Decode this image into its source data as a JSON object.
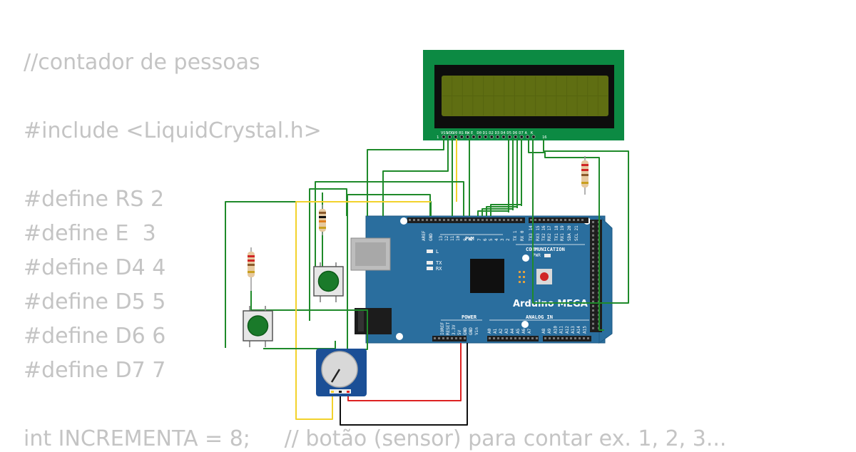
{
  "code": {
    "lines": [
      "//contador de pessoas",
      "#include <LiquidCrystal.h>",
      "#define RS 2",
      "#define E  3",
      "#define D4 4",
      "#define D5 5",
      "#define D6 6",
      "#define D7 7",
      "int INCREMENTA = 8;     // botão (sensor) para contar ex. 1, 2, 3..."
    ]
  },
  "lcd": {
    "pin_start": "1",
    "pin_labels": [
      "VSS",
      "VDD",
      "V0",
      "RS",
      "RW",
      "E",
      "D0",
      "D1",
      "D2",
      "D3",
      "D4",
      "D5",
      "D6",
      "D7",
      "A",
      "K"
    ],
    "pin_end": "16"
  },
  "board": {
    "name": "Arduino MEGA",
    "header_top": [
      "AREF",
      "GND",
      "13",
      "12",
      "11",
      "10",
      "9",
      "8",
      "7",
      "6",
      "5",
      "4",
      "3",
      "2",
      "TX 1",
      "RX 0",
      "TX3 14",
      "RX3 15",
      "TX2 16",
      "RX2 17",
      "TX1 18",
      "RX1 19",
      "SDA 20",
      "SCL 21"
    ],
    "pwm_label": "PWM",
    "comm_label": "COMMUNICATION",
    "pwr_label": "PWR",
    "led_l": "L",
    "led_tx": "TX",
    "led_rx": "RX",
    "power_label": "POWER",
    "analog_label": "ANALOG IN",
    "header_power": [
      "IOREF",
      "RESET",
      "3.3V",
      "5V",
      "GND",
      "GND",
      "Vin"
    ],
    "header_analog": [
      "A0",
      "A1",
      "A2",
      "A3",
      "A4",
      "A5",
      "A6",
      "A7",
      "A8",
      "A9",
      "A10",
      "A11",
      "A12",
      "A13",
      "A14",
      "A15"
    ]
  },
  "colors": {
    "board": "#2a6e9e",
    "lcd_pcb": "#0c8a43",
    "lcd_screen": "#5f6e12",
    "wire_green": "#1f8a2a",
    "wire_yellow": "#f2d22c",
    "wire_red": "#dd2222",
    "wire_black": "#111111",
    "code_text": "#c4c4c4"
  }
}
